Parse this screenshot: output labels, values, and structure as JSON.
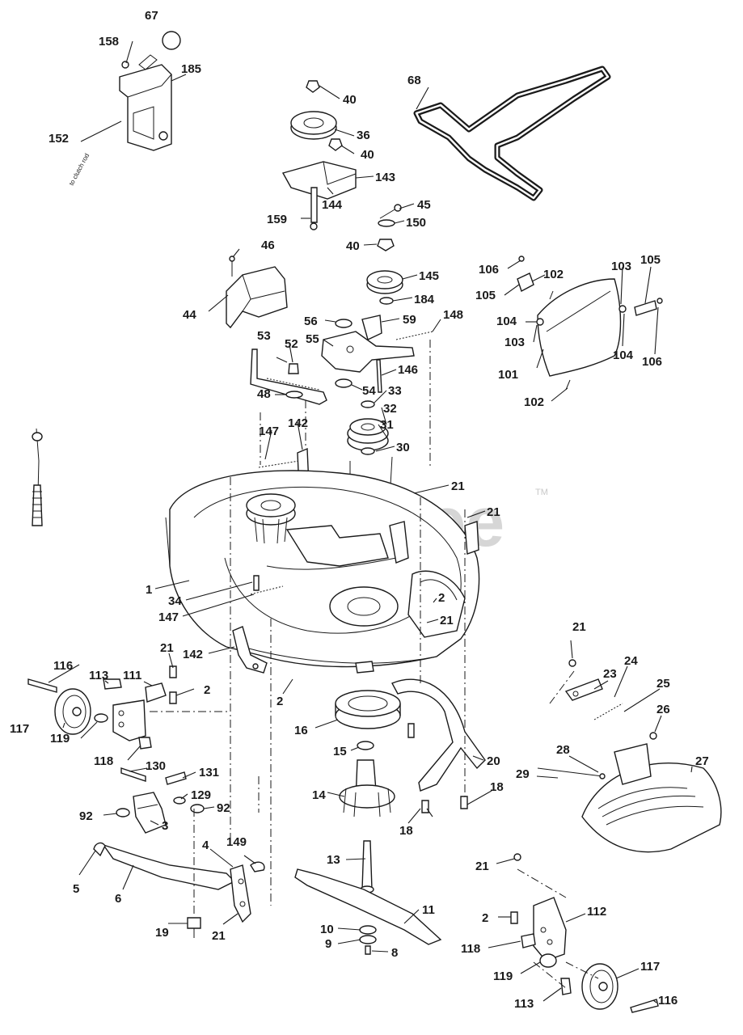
{
  "diagram": {
    "watermark": "PartsTree",
    "trademark": "TM",
    "cable_text": "to clutch rod",
    "labels": [
      {
        "id": "p67",
        "text": "67"
      },
      {
        "id": "p158",
        "text": "158"
      },
      {
        "id": "p185",
        "text": "185"
      },
      {
        "id": "p152",
        "text": "152"
      },
      {
        "id": "p40a",
        "text": "40"
      },
      {
        "id": "p36",
        "text": "36"
      },
      {
        "id": "p40b",
        "text": "40"
      },
      {
        "id": "p143",
        "text": "143"
      },
      {
        "id": "p144",
        "text": "144"
      },
      {
        "id": "p159",
        "text": "159"
      },
      {
        "id": "p45",
        "text": "45"
      },
      {
        "id": "p150",
        "text": "150"
      },
      {
        "id": "p40c",
        "text": "40"
      },
      {
        "id": "p68",
        "text": "68"
      },
      {
        "id": "p46",
        "text": "46"
      },
      {
        "id": "p44",
        "text": "44"
      },
      {
        "id": "p145",
        "text": "145"
      },
      {
        "id": "p184",
        "text": "184"
      },
      {
        "id": "p56",
        "text": "56"
      },
      {
        "id": "p59",
        "text": "59"
      },
      {
        "id": "p148",
        "text": "148"
      },
      {
        "id": "p55",
        "text": "55"
      },
      {
        "id": "p53",
        "text": "53"
      },
      {
        "id": "p52",
        "text": "52"
      },
      {
        "id": "p146",
        "text": "146"
      },
      {
        "id": "p48",
        "text": "48"
      },
      {
        "id": "p54",
        "text": "54"
      },
      {
        "id": "p33",
        "text": "33"
      },
      {
        "id": "p32",
        "text": "32"
      },
      {
        "id": "p147a",
        "text": "147"
      },
      {
        "id": "p142a",
        "text": "142"
      },
      {
        "id": "p31",
        "text": "31"
      },
      {
        "id": "p30",
        "text": "30"
      },
      {
        "id": "p21a",
        "text": "21"
      },
      {
        "id": "p21b",
        "text": "21"
      },
      {
        "id": "p106a",
        "text": "106"
      },
      {
        "id": "p102a",
        "text": "102"
      },
      {
        "id": "p105a",
        "text": "105"
      },
      {
        "id": "p104a",
        "text": "104"
      },
      {
        "id": "p103a",
        "text": "103"
      },
      {
        "id": "p105b",
        "text": "105"
      },
      {
        "id": "p103b",
        "text": "103"
      },
      {
        "id": "p104b",
        "text": "104"
      },
      {
        "id": "p106b",
        "text": "106"
      },
      {
        "id": "p101",
        "text": "101"
      },
      {
        "id": "p102b",
        "text": "102"
      },
      {
        "id": "p1",
        "text": "1"
      },
      {
        "id": "p34",
        "text": "34"
      },
      {
        "id": "p147b",
        "text": "147"
      },
      {
        "id": "p2a",
        "text": "2"
      },
      {
        "id": "p21c",
        "text": "21"
      },
      {
        "id": "p142b",
        "text": "142"
      },
      {
        "id": "p21d",
        "text": "21"
      },
      {
        "id": "p113a",
        "text": "113"
      },
      {
        "id": "p111",
        "text": "111"
      },
      {
        "id": "p116a",
        "text": "116"
      },
      {
        "id": "p2b",
        "text": "2"
      },
      {
        "id": "p2c",
        "text": "2"
      },
      {
        "id": "p117a",
        "text": "117"
      },
      {
        "id": "p119a",
        "text": "119"
      },
      {
        "id": "p118a",
        "text": "118"
      },
      {
        "id": "p16",
        "text": "16"
      },
      {
        "id": "p15",
        "text": "15"
      },
      {
        "id": "p20",
        "text": "20"
      },
      {
        "id": "p18a",
        "text": "18"
      },
      {
        "id": "p18b",
        "text": "18"
      },
      {
        "id": "p14",
        "text": "14"
      },
      {
        "id": "p130",
        "text": "130"
      },
      {
        "id": "p131",
        "text": "131"
      },
      {
        "id": "p129",
        "text": "129"
      },
      {
        "id": "p92a",
        "text": "92"
      },
      {
        "id": "p92b",
        "text": "92"
      },
      {
        "id": "p3",
        "text": "3"
      },
      {
        "id": "p5",
        "text": "5"
      },
      {
        "id": "p6",
        "text": "6"
      },
      {
        "id": "p4",
        "text": "4"
      },
      {
        "id": "p149",
        "text": "149"
      },
      {
        "id": "p19",
        "text": "19"
      },
      {
        "id": "p21e",
        "text": "21"
      },
      {
        "id": "p13",
        "text": "13"
      },
      {
        "id": "p11",
        "text": "11"
      },
      {
        "id": "p10",
        "text": "10"
      },
      {
        "id": "p9",
        "text": "9"
      },
      {
        "id": "p8",
        "text": "8"
      },
      {
        "id": "p21f",
        "text": "21"
      },
      {
        "id": "p23",
        "text": "23"
      },
      {
        "id": "p24",
        "text": "24"
      },
      {
        "id": "p25",
        "text": "25"
      },
      {
        "id": "p26",
        "text": "26"
      },
      {
        "id": "p27",
        "text": "27"
      },
      {
        "id": "p28",
        "text": "28"
      },
      {
        "id": "p29",
        "text": "29"
      },
      {
        "id": "p21g",
        "text": "21"
      },
      {
        "id": "p2d",
        "text": "2"
      },
      {
        "id": "p112",
        "text": "112"
      },
      {
        "id": "p118b",
        "text": "118"
      },
      {
        "id": "p119b",
        "text": "119"
      },
      {
        "id": "p117b",
        "text": "117"
      },
      {
        "id": "p113b",
        "text": "113"
      },
      {
        "id": "p116b",
        "text": "116"
      }
    ]
  }
}
